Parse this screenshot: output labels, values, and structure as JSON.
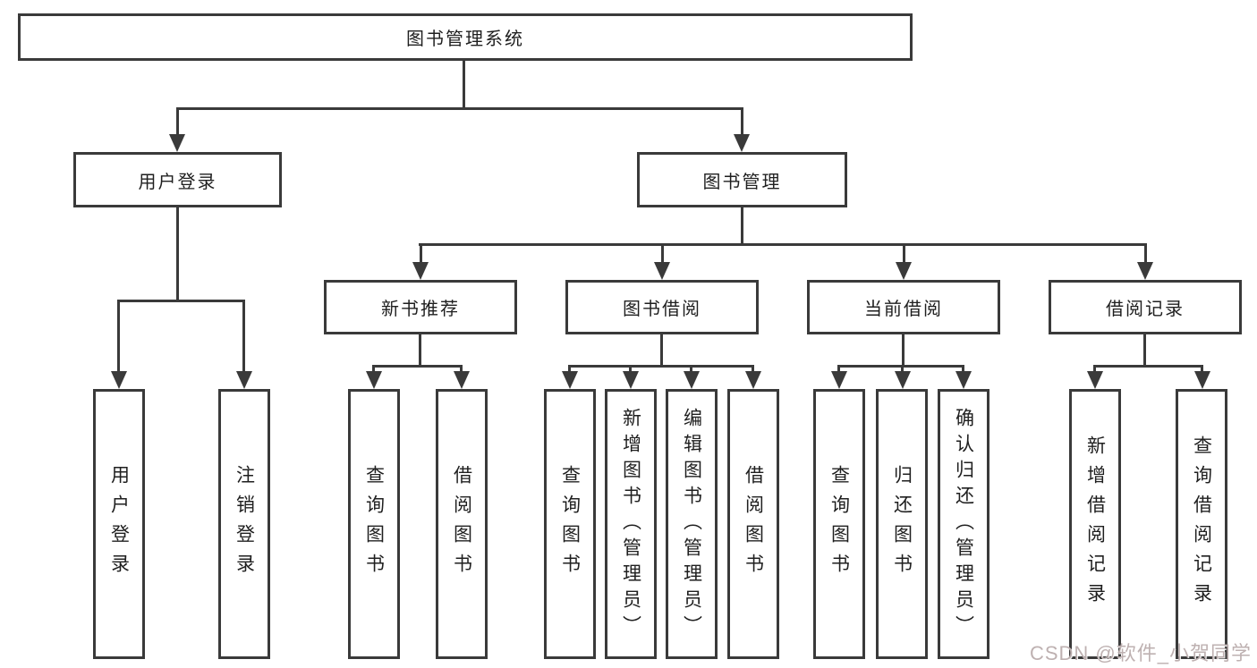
{
  "nodes": {
    "root": "图书管理系统",
    "user_login": "用户登录",
    "book_mgmt": "图书管理",
    "new_book": "新书推荐",
    "book_borrow": "图书借阅",
    "current_borrow": "当前借阅",
    "borrow_record": "借阅记录",
    "leaf_user_login": "用户登录",
    "leaf_logout": "注销登录",
    "leaf_nb_query": "查询图书",
    "leaf_nb_borrow": "借阅图书",
    "leaf_bb_query": "查询图书",
    "leaf_bb_add": "新增图书（管理员）",
    "leaf_bb_edit": "编辑图书（管理员）",
    "leaf_bb_borrow": "借阅图书",
    "leaf_cb_query": "查询图书",
    "leaf_cb_return": "归还图书",
    "leaf_cb_confirm": "确认归还（管理员）",
    "leaf_br_add": "新增借阅记录",
    "leaf_br_query": "查询借阅记录"
  },
  "hierarchy": {
    "图书管理系统": {
      "用户登录": [
        "用户登录",
        "注销登录"
      ],
      "图书管理": {
        "新书推荐": [
          "查询图书",
          "借阅图书"
        ],
        "图书借阅": [
          "查询图书",
          "新增图书（管理员）",
          "编辑图书（管理员）",
          "借阅图书"
        ],
        "当前借阅": [
          "查询图书",
          "归还图书",
          "确认归还（管理员）"
        ],
        "借阅记录": [
          "新增借阅记录",
          "查询借阅记录"
        ]
      }
    }
  },
  "watermark": "CSDN @软件_小贺同学",
  "colors": {
    "line": "#3a3a3a",
    "box_fill": "#ffffff",
    "text": "#1f1f1f",
    "watermark": "#baadad"
  }
}
